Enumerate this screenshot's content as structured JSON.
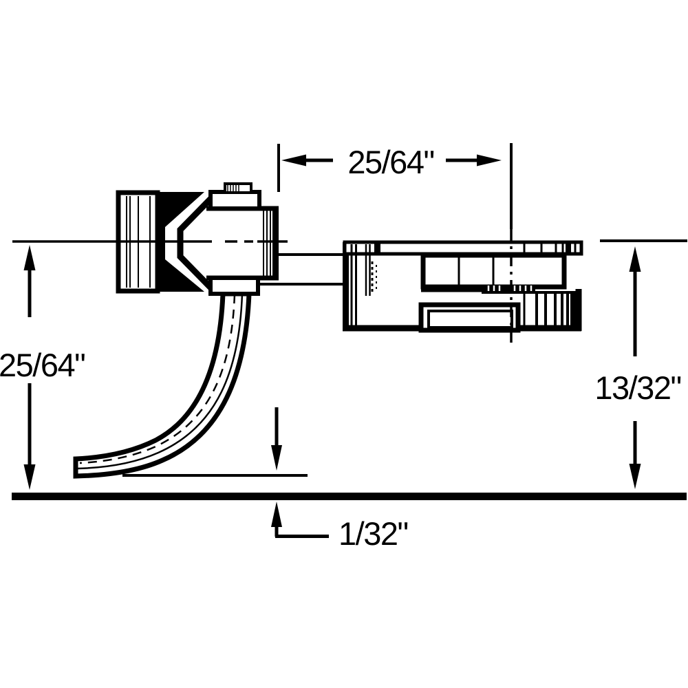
{
  "diagram": {
    "title": "coupler-height-technical-drawing",
    "background_color": "#ffffff",
    "ink_color": "#000000",
    "dimensions": {
      "top_span": "25/64\"",
      "left_height": "25/64\"",
      "right_height": "13/32\"",
      "bottom_clearance": "1/32\""
    }
  }
}
